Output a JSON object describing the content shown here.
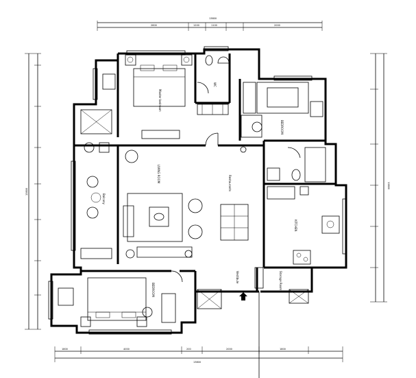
{
  "rooms": {
    "master_bedroom": {
      "label": "Master bedroom"
    },
    "bedroom_right": {
      "label": "BEDROOM"
    },
    "living_room": {
      "label": "LIVING ROOM"
    },
    "restaurants": {
      "label": "Restaurants"
    },
    "balcony": {
      "label": "Balcony"
    },
    "kitchen": {
      "label": "KITCHEN"
    },
    "bedroom_bottom": {
      "label": "BEDROOM"
    },
    "vestibule": {
      "label": "Vestibule"
    },
    "storage_room": {
      "label": "Storage Room"
    },
    "wc": {
      "label": "WC"
    }
  },
  "dimensions": {
    "top_total": "13800",
    "top_segments": [
      "2800",
      "1200",
      "1100",
      "2000"
    ],
    "bottom_total": "13800",
    "bottom_segments": [
      "1800",
      "4000",
      "200",
      "2000",
      "1800"
    ],
    "left_total": "13800",
    "right_total": "13800"
  },
  "icons": {
    "entry": "entry-arrow-icon"
  }
}
